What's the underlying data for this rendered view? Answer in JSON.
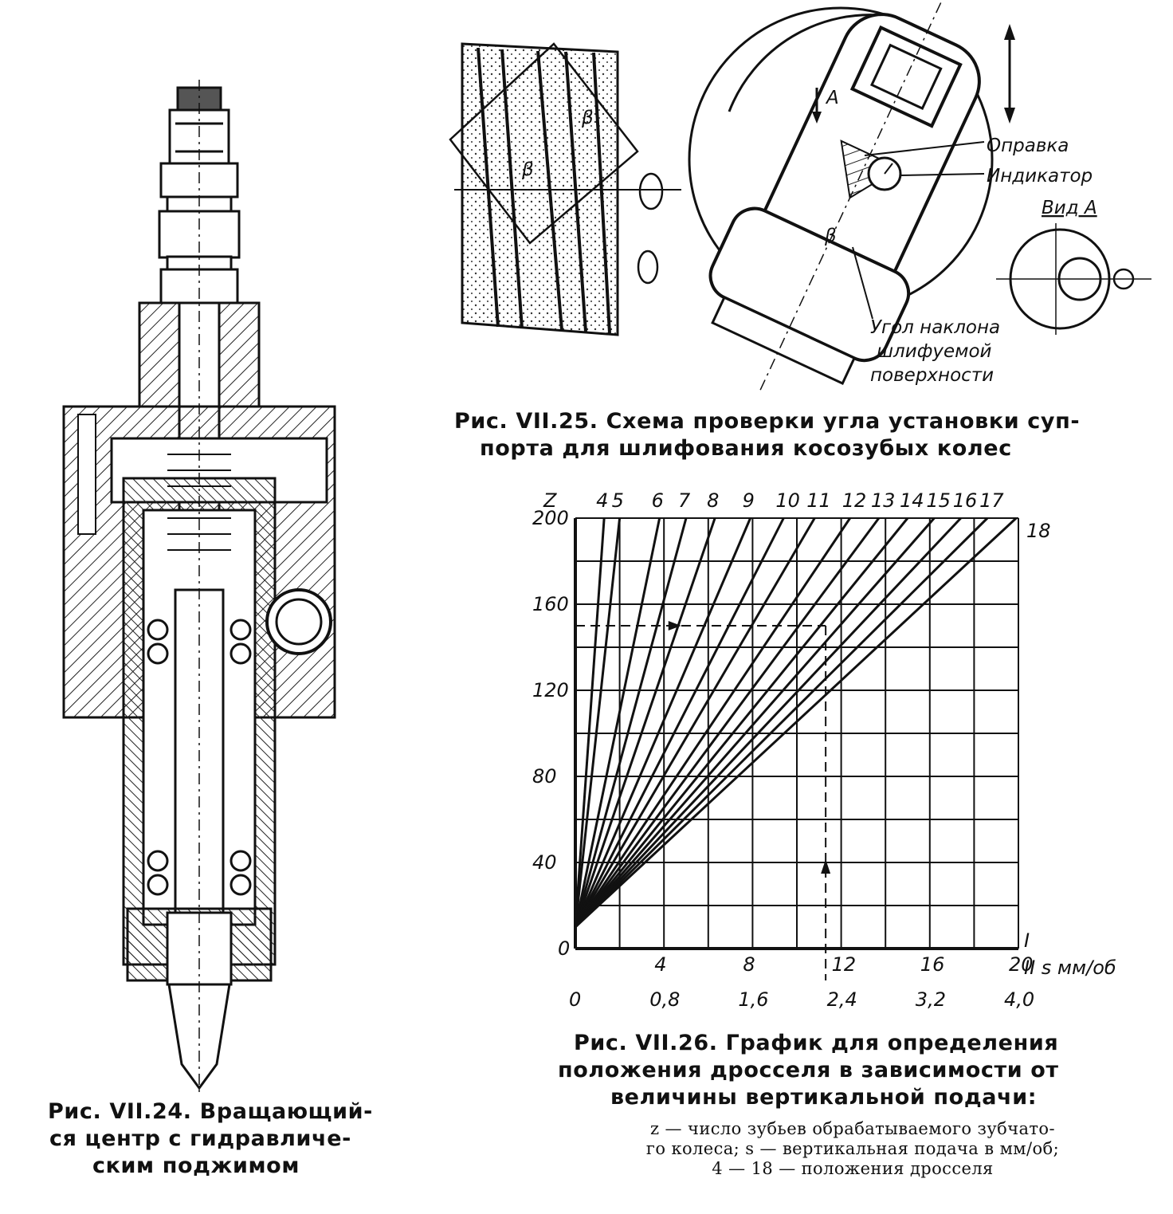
{
  "fig24": {
    "caption": [
      "Рис. VII.24. Вращающий-",
      "ся центр с гидравличе-",
      "ским поджимом"
    ]
  },
  "fig25": {
    "labels": {
      "opravka": "Оправка",
      "indicator": "Индикатор",
      "vid_a": "Вид А",
      "arrow_a": "А",
      "beta": "β",
      "angle_note": [
        "Угол наклона",
        "шлифуемой",
        "поверхности"
      ]
    },
    "caption": [
      "Рис. VII.25. Схема проверки угла установки суп-",
      "порта для шлифования косозубых колес"
    ]
  },
  "fig26": {
    "caption": [
      "Рис. VII.26. График для определения",
      "положения дросселя в зависимости от",
      "величины вертикальной подачи:"
    ],
    "legend": [
      "z — число зубьев обрабатываемого зубчато-",
      "го колеса; s — вертикальная подача в мм/об;",
      "4 — 18 — положения дросселя"
    ]
  },
  "chart_data": {
    "type": "line",
    "ylabel": "Z",
    "xlabel_I": "I",
    "xlabel_II": "II s мм/об",
    "ylim": [
      0,
      200
    ],
    "xlim_I": [
      0,
      20
    ],
    "xlim_II": [
      0,
      4.0
    ],
    "y_ticks": [
      "0",
      "40",
      "80",
      "120",
      "160",
      "200"
    ],
    "x_ticks_I": [
      "4",
      "8",
      "12",
      "16",
      "20"
    ],
    "x_ticks_II": [
      "0",
      "0,8",
      "1,6",
      "2,4",
      "3,2",
      "4,0"
    ],
    "grid": true,
    "series_labels": [
      "4",
      "5",
      "6",
      "7",
      "8",
      "9",
      "10",
      "11",
      "12",
      "13",
      "14",
      "15",
      "16",
      "17",
      "18"
    ],
    "series": [
      {
        "name": "4",
        "x_at_top": 1.3
      },
      {
        "name": "5",
        "x_at_top": 2.0
      },
      {
        "name": "6",
        "x_at_top": 3.8
      },
      {
        "name": "7",
        "x_at_top": 5.0
      },
      {
        "name": "8",
        "x_at_top": 6.3
      },
      {
        "name": "9",
        "x_at_top": 7.9
      },
      {
        "name": "10",
        "x_at_top": 9.4
      },
      {
        "name": "11",
        "x_at_top": 10.8
      },
      {
        "name": "12",
        "x_at_top": 12.4
      },
      {
        "name": "13",
        "x_at_top": 13.7
      },
      {
        "name": "14",
        "x_at_top": 15.0
      },
      {
        "name": "15",
        "x_at_top": 16.2
      },
      {
        "name": "16",
        "x_at_top": 17.4
      },
      {
        "name": "17",
        "x_at_top": 18.6
      },
      {
        "name": "18",
        "x_at_top": 19.9
      }
    ],
    "example_z": 150,
    "example_x": 11.3
  }
}
